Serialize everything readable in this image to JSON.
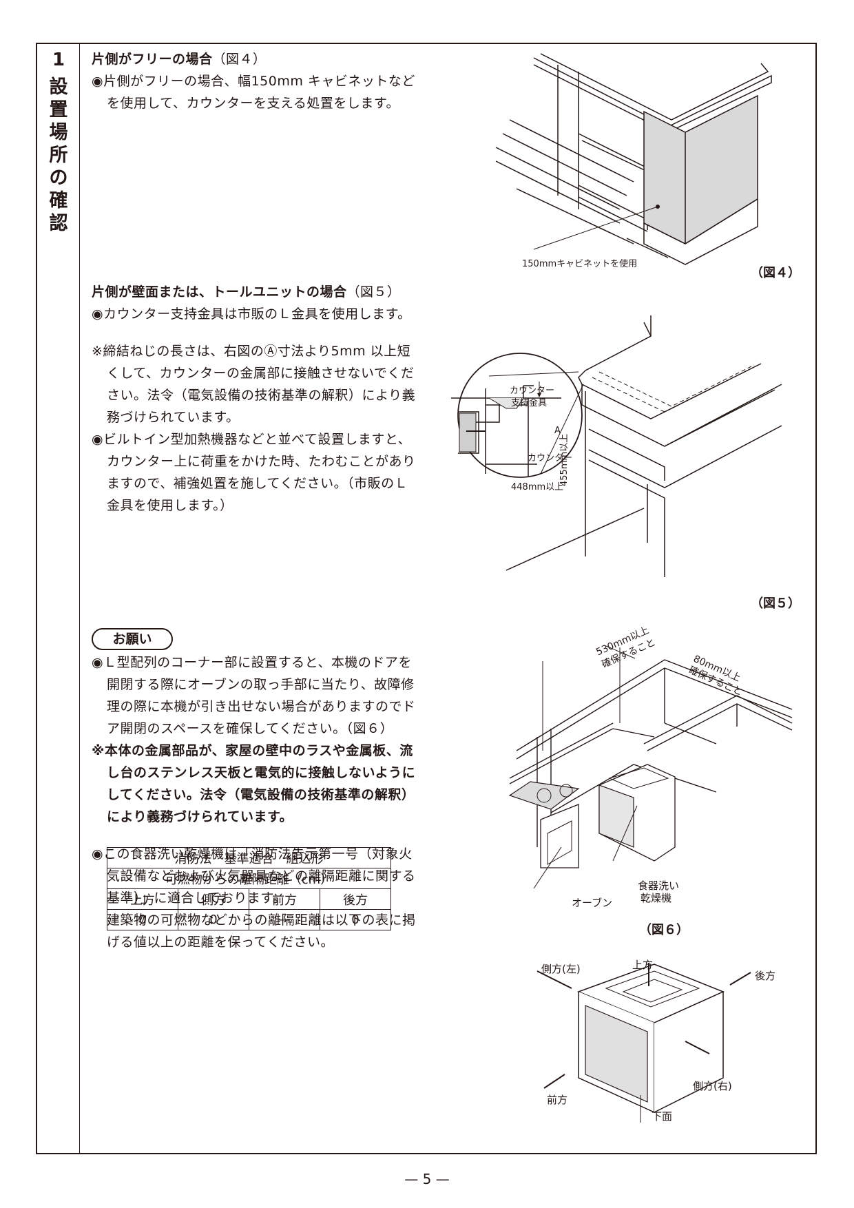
{
  "section": {
    "number": "1",
    "title_chars": [
      "設",
      "置",
      "場",
      "所",
      "の",
      "確",
      "認"
    ]
  },
  "block1": {
    "heading": "片側がフリーの場合",
    "heading_ref": "（図４）",
    "line1": "◉片側がフリーの場合、幅150mm キャビネットなど",
    "line2": "を使用して、カウンターを支える処置をします。"
  },
  "figure4": {
    "label_cabinet": "150mmキャビネットを使用",
    "caption": "（図４）"
  },
  "block2": {
    "heading": "片側が壁面または、トールユニットの場合",
    "heading_ref": "（図５）",
    "b1": "◉カウンター支持金具は市販のＬ金具を使用します。",
    "note_lines": [
      "※締結ねじの長さは、右図のⒶ寸法より5mm 以上短",
      "くして、カウンターの金属部に接触させないでくだ",
      "さい。法令（電気設備の技術基準の解釈）により義",
      "務づけられています。"
    ],
    "b2_lines": [
      "◉ビルトイン型加熱機器などと並べて設置しますと、",
      "カウンター上に荷重をかけた時、たわむことがあり",
      "ますので、補強処置を施してください。（市販のＬ",
      "金具を使用します。）"
    ]
  },
  "figure5": {
    "label_bracket_1": "カウンター",
    "label_bracket_2": "支持金具",
    "label_a": "A",
    "label_counter": "カウンター",
    "label_448": "448mm以上",
    "label_455": "455mm以上",
    "caption": "（図５）"
  },
  "onegai": {
    "title": "お願い",
    "b1_lines": [
      "◉Ｌ型配列のコーナー部に設置すると、本機のドアを",
      "開閉する際にオーブンの取っ手部に当たり、故障修",
      "理の際に本機が引き出せない場合がありますのでド",
      "ア開閉のスペースを確保してください。（図６）"
    ],
    "note_lines": [
      "※本体の金属部品が、家屋の壁中のラスや金属板、流",
      "し台のステンレス天板と電気的に接触しないように",
      "してください。法令（電気設備の技術基準の解釈）",
      "により義務づけられています。"
    ],
    "b2_lines": [
      "◉この食器洗い乾燥機は「消防法告示第一号（対象火",
      "気設備などおよび火気器具などの離隔距離に関する",
      "基準）」に適合しております。",
      "建築物の可燃物などからの離隔距離は以下の表に掲",
      "げる値以上の距離を保ってください。"
    ]
  },
  "figure6": {
    "label_530_1": "530mm以上",
    "label_530_2": "確保すること",
    "label_80_1": "80mm以上",
    "label_80_2": "確保すること",
    "label_washer_1": "食器洗い",
    "label_washer_2": "乾燥機",
    "label_oven": "オーブン",
    "caption": "（図６）"
  },
  "table": {
    "title": "消防法　基準適合　組込形",
    "subtitle": "可燃物からの離隔距離（cm）",
    "headers": [
      "上方",
      "側方",
      "前方",
      "後方"
    ],
    "values": [
      "0",
      "0",
      "—",
      "0"
    ]
  },
  "figure7": {
    "top": "上方",
    "side_left": "側方(左)",
    "rear": "後方",
    "front": "前方",
    "side_right": "側方(右)",
    "bottom": "下面"
  },
  "page_number": "— 5 —"
}
